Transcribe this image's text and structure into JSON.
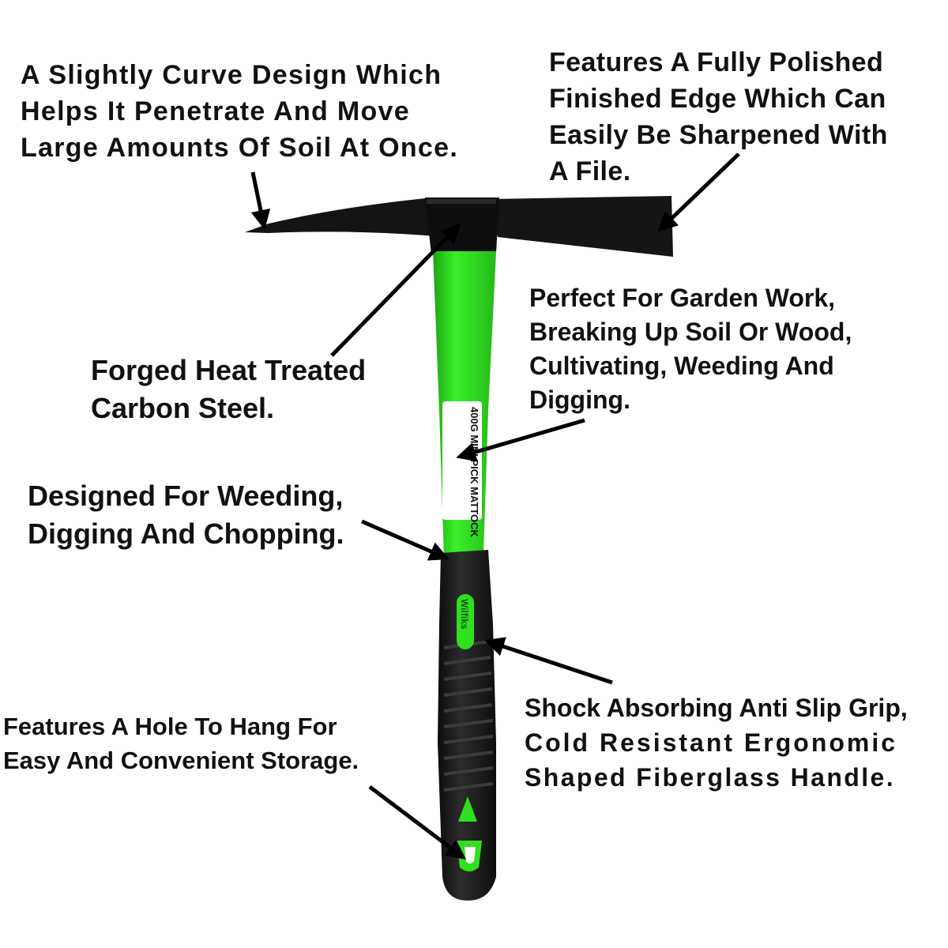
{
  "product": {
    "label_text": "400G MINI PICK MATTOCK",
    "grip_brand": "Wilfiks",
    "colors": {
      "handle_green": "#2fe01f",
      "handle_dark_green": "#1da312",
      "grip_black": "#1b1b1b",
      "head_black": "#141414",
      "text": "#111111",
      "arrow": "#000000"
    }
  },
  "callouts": [
    {
      "id": "curve-design",
      "lines": [
        "A Slightly Curve Design Which",
        "Helps It Penetrate And Move",
        "Large Amounts Of Soil At Once."
      ]
    },
    {
      "id": "polished-edge",
      "lines": [
        "Features A Fully Polished",
        "Finished Edge Which Can",
        "Easily Be Sharpened With",
        "A File."
      ]
    },
    {
      "id": "garden-work",
      "lines": [
        "Perfect For Garden Work,",
        "Breaking Up Soil Or Wood,",
        "Cultivating, Weeding And",
        "Digging."
      ]
    },
    {
      "id": "forged-steel",
      "lines": [
        "Forged  Heat Treated",
        "Carbon Steel."
      ]
    },
    {
      "id": "weeding-digging",
      "lines": [
        "Designed For Weeding,",
        "Digging And Chopping."
      ]
    },
    {
      "id": "anti-slip-grip",
      "lines": [
        "Shock Absorbing Anti Slip Grip,",
        "Cold Resistant Ergonomic",
        "Shaped Fiberglass Handle."
      ]
    },
    {
      "id": "hang-hole",
      "lines": [
        "Features A Hole To Hang For",
        "Easy And Convenient Storage."
      ]
    }
  ]
}
